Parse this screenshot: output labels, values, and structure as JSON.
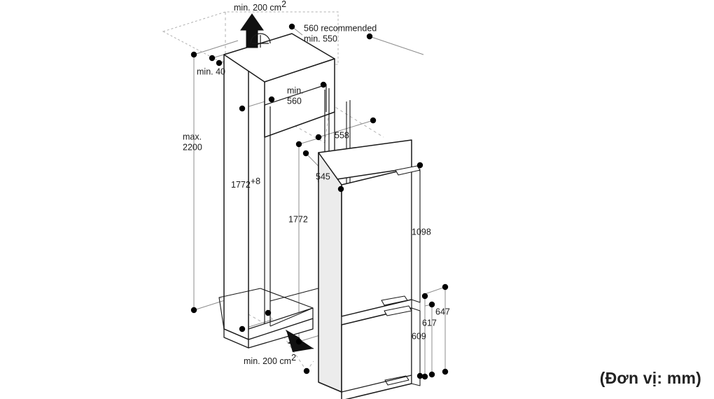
{
  "figure": {
    "kind": "technical-installation-drawing",
    "subject": "built-in fridge-freezer niche installation dimensions",
    "unit_note": "(Đơn vị: mm)",
    "colors": {
      "outline": "#1a1a1a",
      "dimension_line": "#8c8c8c",
      "hidden_line": "#b0b0b0",
      "side_panel_fill": "#ececec",
      "top_panel_fill": "#ffffff",
      "marker": "#000000",
      "text": "#1a1a1a",
      "background": "#ffffff"
    }
  },
  "annotations": {
    "vent_top": {
      "line1": "min. 200 cm",
      "sup": "2",
      "name": "top ventilation opening"
    },
    "vent_bottom": {
      "line1": "min. 200 cm",
      "sup": "2",
      "name": "bottom ventilation opening"
    },
    "niche_width_top": {
      "line1": "560 recommended",
      "line2": "min. 550"
    },
    "side_clearance": {
      "text": "min. 40"
    },
    "niche_depth_min": {
      "line1": "min.",
      "line2": "560"
    },
    "max_height": {
      "line1": "max.",
      "line2": "2200"
    },
    "niche_height_tol": {
      "value": "1772",
      "sup": "+8"
    },
    "appliance_height": {
      "value": "1772"
    },
    "appliance_depth": {
      "value": "558"
    },
    "appliance_width": {
      "value": "545"
    },
    "fridge_door_height": {
      "value": "1098"
    },
    "freezer_outer": {
      "value": "647"
    },
    "freezer_mid": {
      "value": "617"
    },
    "freezer_inner": {
      "value": "609"
    }
  },
  "dimensions_list": [
    {
      "label": "min. 200 cm2",
      "meaning": "top ventilation cross-section"
    },
    {
      "label": "560 recommended",
      "meaning": "niche width recommended"
    },
    {
      "label": "min. 550",
      "meaning": "niche width minimum"
    },
    {
      "label": "min. 40",
      "meaning": "rear clearance"
    },
    {
      "label": "min. 560",
      "meaning": "niche depth minimum"
    },
    {
      "label": "max. 2200",
      "meaning": "maximum cabinet height"
    },
    {
      "label": "1772+8",
      "meaning": "niche height with tolerance"
    },
    {
      "label": "1772",
      "meaning": "appliance height"
    },
    {
      "label": "558",
      "meaning": "appliance depth"
    },
    {
      "label": "545",
      "meaning": "appliance width"
    },
    {
      "label": "1098",
      "meaning": "refrigerator door height"
    },
    {
      "label": "647",
      "meaning": "freezer section outer height"
    },
    {
      "label": "617",
      "meaning": "freezer section middle height"
    },
    {
      "label": "609",
      "meaning": "freezer door height"
    },
    {
      "label": "min. 200 cm2",
      "meaning": "bottom ventilation cross-section"
    }
  ]
}
